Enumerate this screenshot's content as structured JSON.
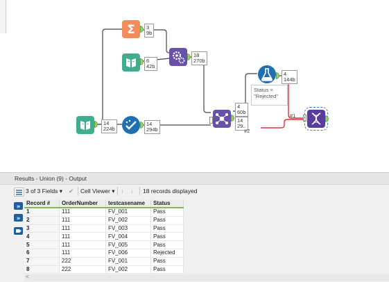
{
  "canvas": {
    "tools": [
      {
        "id": "summarize",
        "icon": "sigma-icon",
        "color": "#f28c5a"
      },
      {
        "id": "text-input-top",
        "icon": "book-icon",
        "color": "#3fae8e"
      },
      {
        "id": "join",
        "icon": "gears-icon",
        "color": "#6950a8"
      },
      {
        "id": "text-input-left",
        "icon": "book-icon",
        "color": "#3fae8e"
      },
      {
        "id": "select",
        "icon": "checkmark-icon",
        "color": "#1f6fb2"
      },
      {
        "id": "union",
        "icon": "network-icon",
        "color": "#6950a8"
      },
      {
        "id": "formula",
        "icon": "flask-icon",
        "color": "#1f6fb2"
      },
      {
        "id": "browse",
        "icon": "dna-icon",
        "color": "#5a3c9e"
      }
    ],
    "tags": {
      "summarize": [
        "3",
        "9b"
      ],
      "text_input_top": [
        "6",
        "42b"
      ],
      "join": [
        "18",
        "270b"
      ],
      "text_input_left": [
        "14",
        "224b"
      ],
      "select": [
        "14",
        "294b"
      ],
      "union_top": [
        "4",
        "60b"
      ],
      "union_bottom": [
        "14",
        "29.."
      ],
      "formula": [
        "4",
        "144b"
      ]
    },
    "wire_labels": {
      "hash1": "#1",
      "hash2": "#2"
    },
    "annotation": [
      "Status =",
      "\"Rejected\""
    ]
  },
  "results": {
    "title": "Results - Union (9) - Output",
    "toolbar": {
      "fields": "3 of 3 Fields",
      "viewer": "Cell Viewer",
      "records": "18 records displayed",
      "dropdown_arrow": "▾",
      "check": "✔",
      "up_arrow": "↑",
      "down_arrow": "↓"
    },
    "columns": [
      "Record #",
      "OrderNumber",
      "testcasename",
      "Status"
    ],
    "rows": [
      [
        "1",
        "111",
        "FV_001",
        "Pass"
      ],
      [
        "2",
        "111",
        "FV_002",
        "Pass"
      ],
      [
        "3",
        "111",
        "FV_003",
        "Pass"
      ],
      [
        "4",
        "111",
        "FV_004",
        "Pass"
      ],
      [
        "5",
        "111",
        "FV_005",
        "Pass"
      ],
      [
        "6",
        "111",
        "FV_006",
        "Rejected"
      ],
      [
        "7",
        "222",
        "FV_001",
        "Pass"
      ],
      [
        "8",
        "222",
        "FV_002",
        "Pass"
      ]
    ],
    "scroll_arrow": "<"
  },
  "colors": {
    "accent": "#6950a8",
    "wire": "#444444",
    "red_wire": "#e0343a",
    "header_underline": "#7fb75a"
  }
}
